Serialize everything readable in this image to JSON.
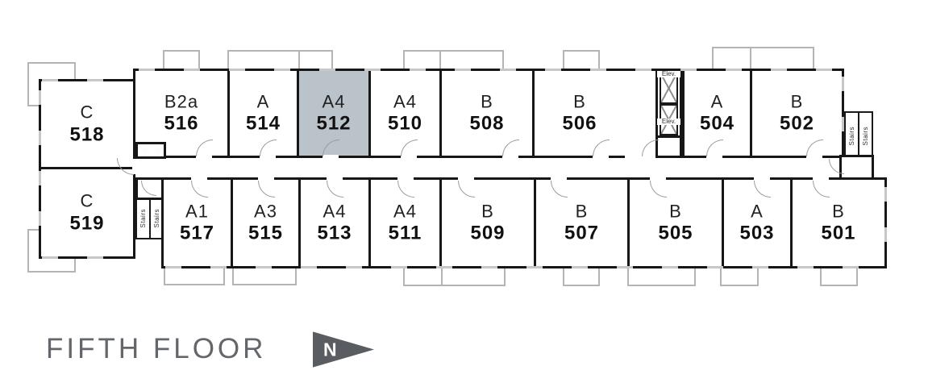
{
  "title": {
    "text": "FIFTH FLOOR"
  },
  "compass": {
    "label": "N"
  },
  "highlighted_unit": "512",
  "colors": {
    "highlight_fill": "#b9c3c9",
    "wall": "#161616",
    "balcony_outline": "#b4b4b4",
    "title_text": "#63666b",
    "compass_fill": "#595d61"
  },
  "units_top": [
    {
      "type": "C",
      "number": "518"
    },
    {
      "type": "B2a",
      "number": "516"
    },
    {
      "type": "A",
      "number": "514"
    },
    {
      "type": "A4",
      "number": "512"
    },
    {
      "type": "A4",
      "number": "510"
    },
    {
      "type": "B",
      "number": "508"
    },
    {
      "type": "B",
      "number": "506"
    },
    {
      "type": "A",
      "number": "504"
    },
    {
      "type": "B",
      "number": "502"
    }
  ],
  "units_bottom": [
    {
      "type": "C",
      "number": "519"
    },
    {
      "type": "A1",
      "number": "517"
    },
    {
      "type": "A3",
      "number": "515"
    },
    {
      "type": "A4",
      "number": "513"
    },
    {
      "type": "A4",
      "number": "511"
    },
    {
      "type": "B",
      "number": "509"
    },
    {
      "type": "B",
      "number": "507"
    },
    {
      "type": "B",
      "number": "505"
    },
    {
      "type": "A",
      "number": "503"
    },
    {
      "type": "B",
      "number": "501"
    }
  ],
  "services": {
    "elevator_label": "Elev.",
    "stairs_label": "Stairs"
  }
}
